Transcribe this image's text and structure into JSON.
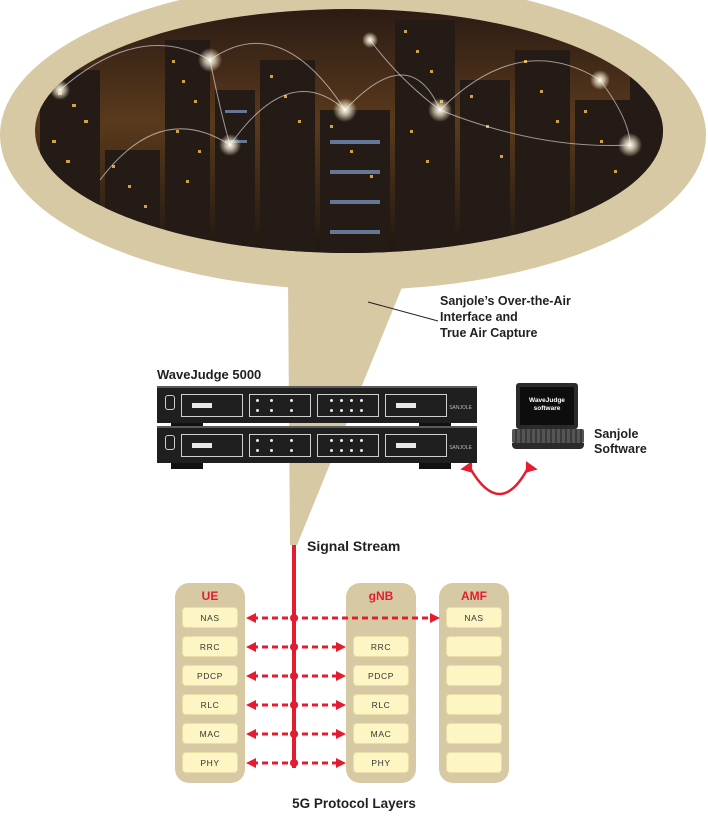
{
  "callout": {
    "text_line1": "Sanjole’s Over-the-Air",
    "text_line2": "Interface and",
    "text_line3": "True Air Capture"
  },
  "device": {
    "title": "WaveJudge 5000",
    "brand": "SANJOLE"
  },
  "laptop": {
    "screen_line1": "WaveJudge",
    "screen_line2": "software",
    "label_line1": "Sanjole",
    "label_line2": "Software"
  },
  "signal_label": "Signal Stream",
  "columns": [
    {
      "title": "UE",
      "cells": [
        "NAS",
        "RRC",
        "PDCP",
        "RLC",
        "MAC",
        "PHY"
      ]
    },
    {
      "title": "gNB",
      "cells": [
        "",
        "RRC",
        "PDCP",
        "RLC",
        "MAC",
        "PHY"
      ]
    },
    {
      "title": "AMF",
      "cells": [
        "NAS",
        "",
        "",
        "",
        "",
        ""
      ]
    }
  ],
  "footer_label": "5G Protocol Layers",
  "colors": {
    "tan": "#d8c9a5",
    "red": "#e31d2f",
    "cell_fill": "#fdf6c4",
    "device_body": "#1f1f20"
  }
}
